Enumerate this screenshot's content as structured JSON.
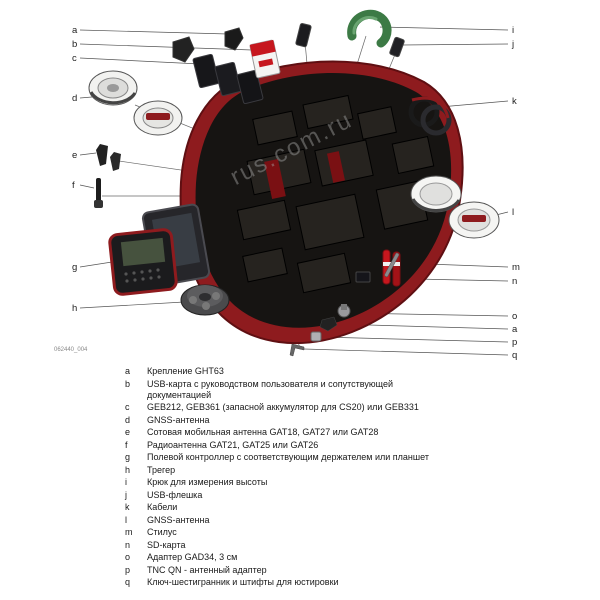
{
  "page": {
    "watermark": "rus.com.ru",
    "figure_number": "062440_004"
  },
  "callouts": [
    "a",
    "b",
    "c",
    "d",
    "e",
    "f",
    "g",
    "h",
    "i",
    "j",
    "k",
    "l",
    "m",
    "n",
    "o",
    "a",
    "p",
    "q"
  ],
  "legend": [
    {
      "letter": "a",
      "text": "Крепление GHT63"
    },
    {
      "letter": "b",
      "text": "USB-карта с руководством пользователя и сопутствующей документацией"
    },
    {
      "letter": "c",
      "text": "GEB212, GEB361 (запасной аккумулятор для CS20) или GEB331"
    },
    {
      "letter": "d",
      "text": "GNSS-антенна"
    },
    {
      "letter": "e",
      "text": "Сотовая мобильная антенна GAT18, GAT27 или GAT28"
    },
    {
      "letter": "f",
      "text": "Радиоантенна GAT21, GAT25 или GAT26"
    },
    {
      "letter": "g",
      "text": "Полевой контроллер с соответствующим держателем или планшет"
    },
    {
      "letter": "h",
      "text": "Трегер"
    },
    {
      "letter": "i",
      "text": "Крюк для измерения высоты"
    },
    {
      "letter": "j",
      "text": "USB-флешка"
    },
    {
      "letter": "k",
      "text": "Кабели"
    },
    {
      "letter": "l",
      "text": "GNSS-антенна"
    },
    {
      "letter": "m",
      "text": "Стилус"
    },
    {
      "letter": "n",
      "text": "SD-карта"
    },
    {
      "letter": "o",
      "text": "Адаптер GAD34, 3 см"
    },
    {
      "letter": "p",
      "text": "TNC QN - антенный адаптер"
    },
    {
      "letter": "q",
      "text": "Ключ-шестигранник и штифты для юстировки"
    }
  ]
}
